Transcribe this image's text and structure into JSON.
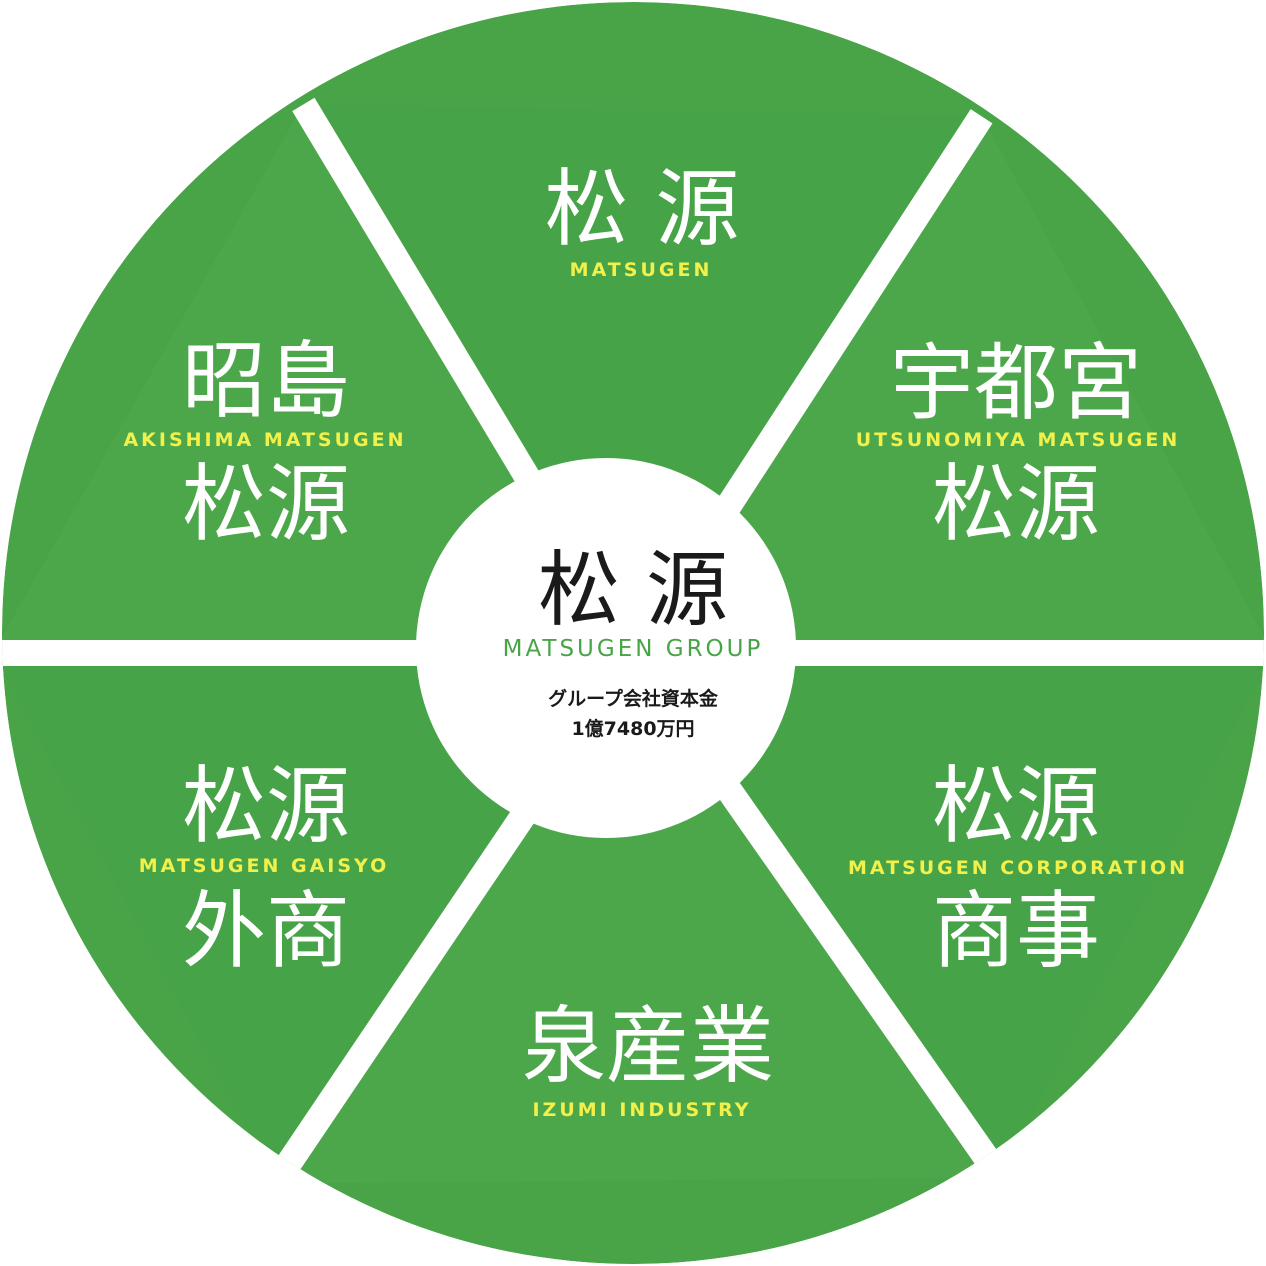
{
  "colors": {
    "segment_fill": "#48a447",
    "segment_fill_light": "#55b052",
    "gap": "#ffffff",
    "roman_label": "#f2f04a",
    "center_label": "#48a447",
    "center_bg": "#ffffff"
  },
  "center": {
    "name": "松 源",
    "name_en": "MATSUGEN GROUP",
    "capital_line1": "グループ会社資本金",
    "capital_line2": "1億7480万円"
  },
  "segments": [
    {
      "name_line1": "松 源",
      "name_line2": "",
      "name_en": "MATSUGEN"
    },
    {
      "name_line1": "宇都宮",
      "name_line2": "松源",
      "name_en": "UTSUNOMIYA MATSUGEN"
    },
    {
      "name_line1": "松源",
      "name_line2": "商事",
      "name_en": "MATSUGEN CORPORATION"
    },
    {
      "name_line1": "泉産業",
      "name_line2": "",
      "name_en": "IZUMI INDUSTRY"
    },
    {
      "name_line1": "松源",
      "name_line2": "外商",
      "name_en": "MATSUGEN GAISYO"
    },
    {
      "name_line1": "昭島",
      "name_line2": "松源",
      "name_en": "AKISHIMA MATSUGEN"
    }
  ]
}
